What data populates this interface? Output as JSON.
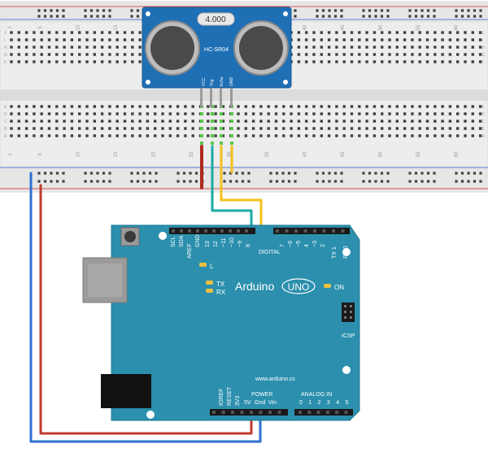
{
  "breadboard": {
    "column_numbers": [
      "1",
      "5",
      "10",
      "15",
      "20",
      "25",
      "30",
      "35",
      "40",
      "45",
      "50",
      "55",
      "60"
    ],
    "row_letters_top": [
      "J",
      "I",
      "H",
      "G",
      "F"
    ],
    "row_letters_bottom": [
      "E",
      "D",
      "C",
      "B",
      "A"
    ]
  },
  "sensor": {
    "crystal_label": "4.000",
    "model_label": "HC-SR04",
    "pin_labels": [
      "VCC",
      "Trig",
      "Echo",
      "GND"
    ]
  },
  "arduino": {
    "brand": "Arduino",
    "model": "UNO",
    "website": "www.arduino.cc",
    "digital_label": "DIGITAL",
    "power_label": "POWER",
    "analog_label": "ANALOG IN",
    "icsp_label": "ICSP",
    "on_label": "ON",
    "led_l": "L",
    "led_tx": "TX",
    "led_rx": "RX",
    "top_header_labels": [
      "SCL",
      "SDA",
      "AREF",
      "GND",
      "13",
      "12",
      "~11",
      "~10",
      "~9",
      "8",
      "7",
      "~6",
      "~5",
      "4",
      "~3",
      "2",
      "TX 1",
      "RX 0"
    ],
    "power_header_labels": [
      "IOREF",
      "RESET",
      "3V3",
      "5V",
      "Gnd",
      "Vin"
    ],
    "analog_header_labels": [
      "0",
      "1",
      "2",
      "3",
      "4",
      "5"
    ]
  },
  "wires": {
    "colors": {
      "red": "#c0392b",
      "blue": "#2f6fd0",
      "teal": "#19a9a6",
      "yellow": "#f2c11c",
      "gray": "#8a8a8a"
    }
  }
}
